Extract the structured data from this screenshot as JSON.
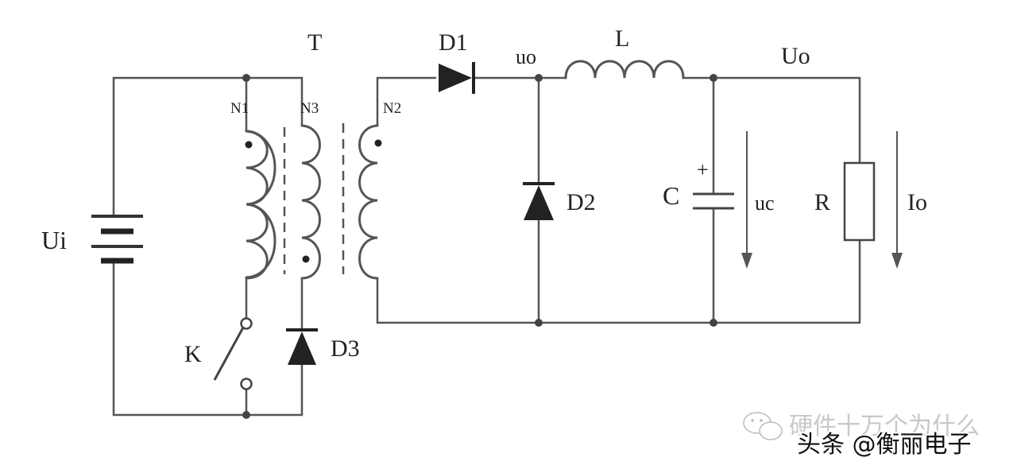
{
  "labels": {
    "transformer": "T",
    "diode1": "D1",
    "diode2": "D2",
    "diode3": "D3",
    "winding1": "N1",
    "winding2": "N2",
    "winding3": "N3",
    "inductor": "L",
    "capacitor": "C",
    "resistor": "R",
    "switch": "K",
    "input_voltage": "Ui",
    "output_voltage_node": "uo",
    "output_voltage": "Uo",
    "capacitor_voltage": "uc",
    "output_current": "Io",
    "capacitor_polarity": "+"
  },
  "watermark": {
    "line1": "硬件十万个为什么",
    "line2": "头条 @衡丽电子"
  }
}
